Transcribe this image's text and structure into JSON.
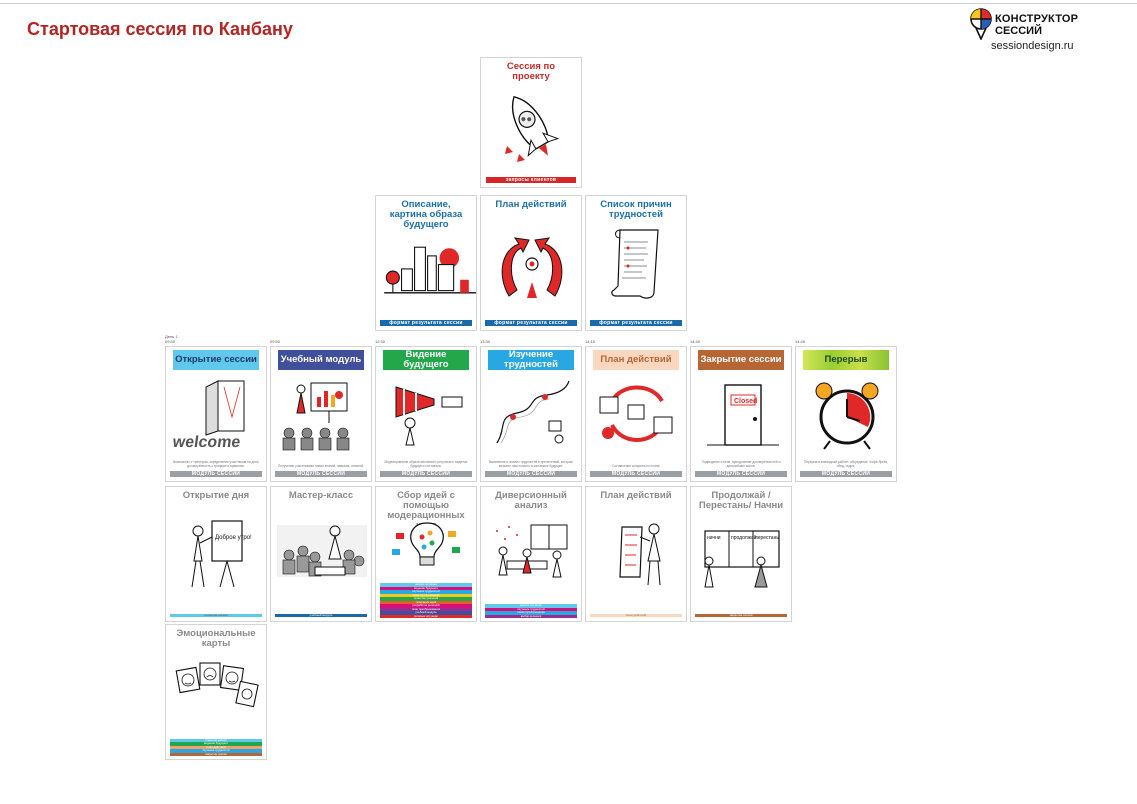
{
  "page": {
    "title": "Стартовая сессия по Канбану"
  },
  "logo": {
    "line1": "КОНСТРУКТОР",
    "line2": "СЕССИЙ",
    "url": "sessiondesign.ru"
  },
  "colors": {
    "title_red": "#b32424",
    "result_blue": "#1a6aaa",
    "module_gray": "#9a9fa4",
    "cyan": "#5fc8ec",
    "navy": "#3f4f99",
    "green": "#22a84a",
    "sky": "#28a8e2",
    "peach": "#fbd7bf",
    "brown": "#b56634",
    "lime": "#aad42c",
    "magenta": "#d4117b"
  },
  "timeline": {
    "day": "День 1",
    "times": [
      "09:30",
      "09:50",
      "12:30",
      "13:30",
      "14:15",
      "14:40",
      "14:45"
    ]
  },
  "row1": [
    {
      "title": "Сессия по проекту",
      "footer": "запросы клиентов",
      "icon": "rocket-icon"
    }
  ],
  "row2": [
    {
      "title": "Описание, картина образа будущего",
      "footer": "формат результата сессии",
      "icon": "city-skyline-icon"
    },
    {
      "title": "План действий",
      "footer": "формат результата сессии",
      "icon": "target-arrows-icon"
    },
    {
      "title": "Список причин трудностей",
      "footer": "формат результата сессии",
      "icon": "scroll-list-icon"
    }
  ],
  "row3": [
    {
      "title": "Открытие сессии",
      "footer": "МОДУЛЬ СЕССИИ",
      "icon": "welcome-door-icon",
      "desc": "Знакомство с тренером, определение участников на день, договорённость о графике и правилах."
    },
    {
      "title": "Учебный модуль",
      "footer": "МОДУЛЬ СЕССИИ",
      "icon": "lecture-presenter-icon",
      "desc": "Получение участниками новых знаний, навыков, понятий."
    },
    {
      "title": "Видение будущего",
      "footer": "МОДУЛЬ СЕССИИ",
      "icon": "megaphone-vision-icon",
      "desc": "Моделирование образа желаемого результата, видение будущего состояния."
    },
    {
      "title": "Изучение трудностей",
      "footer": "МОДУЛЬ СЕССИИ",
      "icon": "maze-path-icon",
      "desc": "Выявление и анализ трудностей и препятствий, которые мешают нам попасть в желаемое будущее."
    },
    {
      "title": "План действий",
      "footer": "МОДУЛЬ СЕССИИ",
      "icon": "plan-cycle-icon",
      "desc": "Составление конкретного плана."
    },
    {
      "title": "Закрытие сессии",
      "footer": "МОДУЛЬ СЕССИИ",
      "icon": "closed-door-icon",
      "desc": "Подведение итогов, преодоление договорённостей и дальнейших шагов."
    },
    {
      "title": "Перерыв",
      "footer": "МОДУЛЬ СЕССИИ",
      "icon": "alarm-clock-icon",
      "desc": "Перерыв в командной работе: обсуждение. Кофе-брейк, обед, отдых."
    }
  ],
  "row4": [
    {
      "title": "Открытие дня",
      "tag": "открытие сессии",
      "icon": "flipchart-greeting-icon",
      "flip": "Доброе утро!"
    },
    {
      "title": "Мастер-класс",
      "tag": "учебный модуль",
      "icon": "audience-meeting-icon"
    },
    {
      "title": "Сбор идей с помощью модерационных карт",
      "icon": "lightbulb-ideas-icon",
      "stripes": [
        "анализ ситуации",
        "видение будущего",
        "изучение трудностей",
        "поиск путей решения",
        "принятие решений",
        "генерация идей",
        "разработка решений",
        "план преобразования",
        "учебный модуль",
        "ролевые ситуации"
      ]
    },
    {
      "title": "Диверсионный анализ",
      "icon": "workshop-team-icon",
      "stripes": [
        "анализ ситуации",
        "изучение трудностей",
        "поиск путей решения",
        "выбор решения"
      ]
    },
    {
      "title": "План действий",
      "tag": "план действий",
      "icon": "person-scroll-icon"
    },
    {
      "title": "Продолжай / Перестань/ Начни",
      "tag": "закрытие сессии",
      "icon": "board-feedback-icon",
      "board": [
        "начни",
        "продолжай",
        "перестань"
      ]
    }
  ],
  "row5": [
    {
      "title": "Эмоциональные карты",
      "icon": "emotion-faces-icon",
      "stripes": [
        "открытие сессии",
        "видение будущего",
        "план действий",
        "изучение трудностей",
        "закрытие сессии"
      ]
    }
  ]
}
